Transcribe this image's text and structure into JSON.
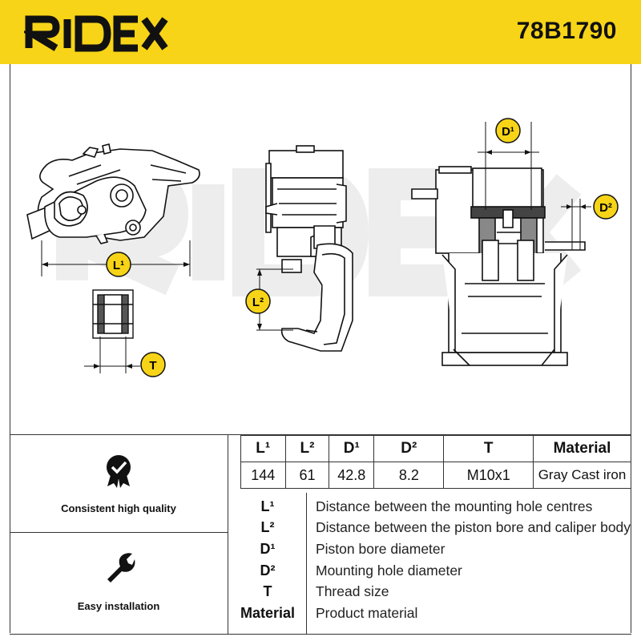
{
  "header": {
    "brand": "RIDEX",
    "part_number": "78B1790",
    "background_color": "#f7d417"
  },
  "drawing": {
    "labels": {
      "l1": "L¹",
      "l2": "L²",
      "d1": "D¹",
      "d2": "D²",
      "t": "T"
    },
    "watermark": "RIDEX"
  },
  "specs": {
    "columns": [
      "L¹",
      "L²",
      "D¹",
      "D²",
      "T",
      "Material"
    ],
    "values": [
      "144",
      "61",
      "42.8",
      "8.2",
      "M10x1",
      "Gray Cast iron"
    ]
  },
  "legend": [
    {
      "key": "L¹",
      "desc": "Distance between the mounting hole centres"
    },
    {
      "key": "L²",
      "desc": "Distance between the piston bore and caliper body"
    },
    {
      "key": "D¹",
      "desc": "Piston bore diameter"
    },
    {
      "key": "D²",
      "desc": "Mounting hole diameter"
    },
    {
      "key": "T",
      "desc": "Thread size"
    },
    {
      "key": "Material",
      "desc": "Product material"
    }
  ],
  "features": [
    {
      "label": "Consistent high quality",
      "icon": "quality-badge-icon"
    },
    {
      "label": "Easy installation",
      "icon": "wrench-icon"
    }
  ]
}
